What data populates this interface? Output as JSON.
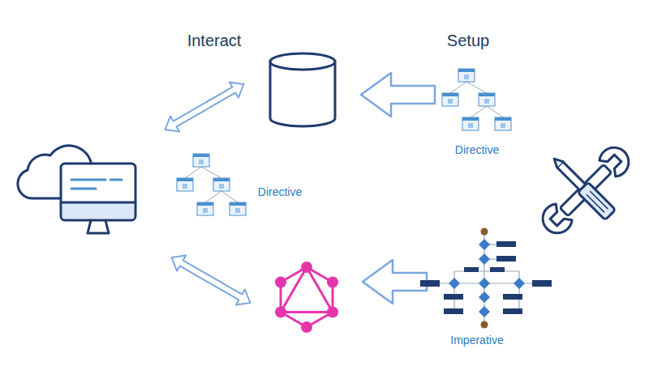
{
  "diagram": {
    "labels": [
      "Interact",
      "Setup",
      "Directive",
      "Directive",
      "Imperative"
    ]
  }
}
